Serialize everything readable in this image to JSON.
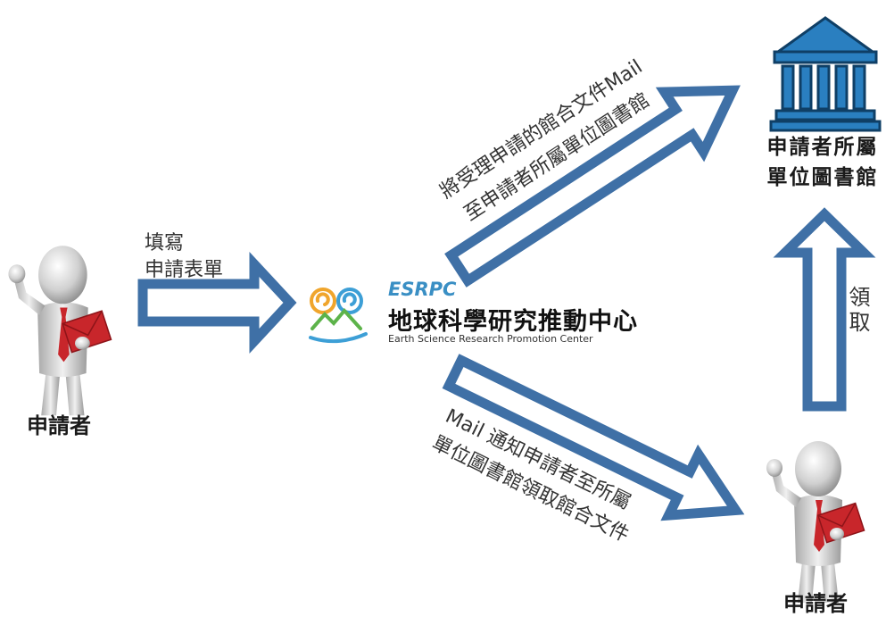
{
  "nodes": {
    "applicant_left": {
      "label": "申請者"
    },
    "applicant_right": {
      "label": "申請者"
    },
    "center": {
      "acronym": "ESRPC",
      "name_zh": "地球科學研究推動中心",
      "name_en": "Earth Science Research Promotion Center"
    },
    "library": {
      "label_line1": "申請者所屬",
      "label_line2": "單位圖書館"
    }
  },
  "edges": {
    "fill_form": {
      "line1": "填寫",
      "line2": "申請表單"
    },
    "mail_to_library": {
      "line1": "將受理申請的館合文件Mail",
      "line2": "至申請者所屬單位圖書館"
    },
    "mail_notify": {
      "line1": "Mail 通知申請者至所屬",
      "line2": "單位圖書館領取館合文件"
    },
    "pickup": {
      "label": "領取"
    }
  },
  "colors": {
    "arrow_stroke": "#3f70a6",
    "library_fill": "#2a7fc0",
    "actor_body": "#d9d9d9",
    "envelope": "#c8262b"
  }
}
